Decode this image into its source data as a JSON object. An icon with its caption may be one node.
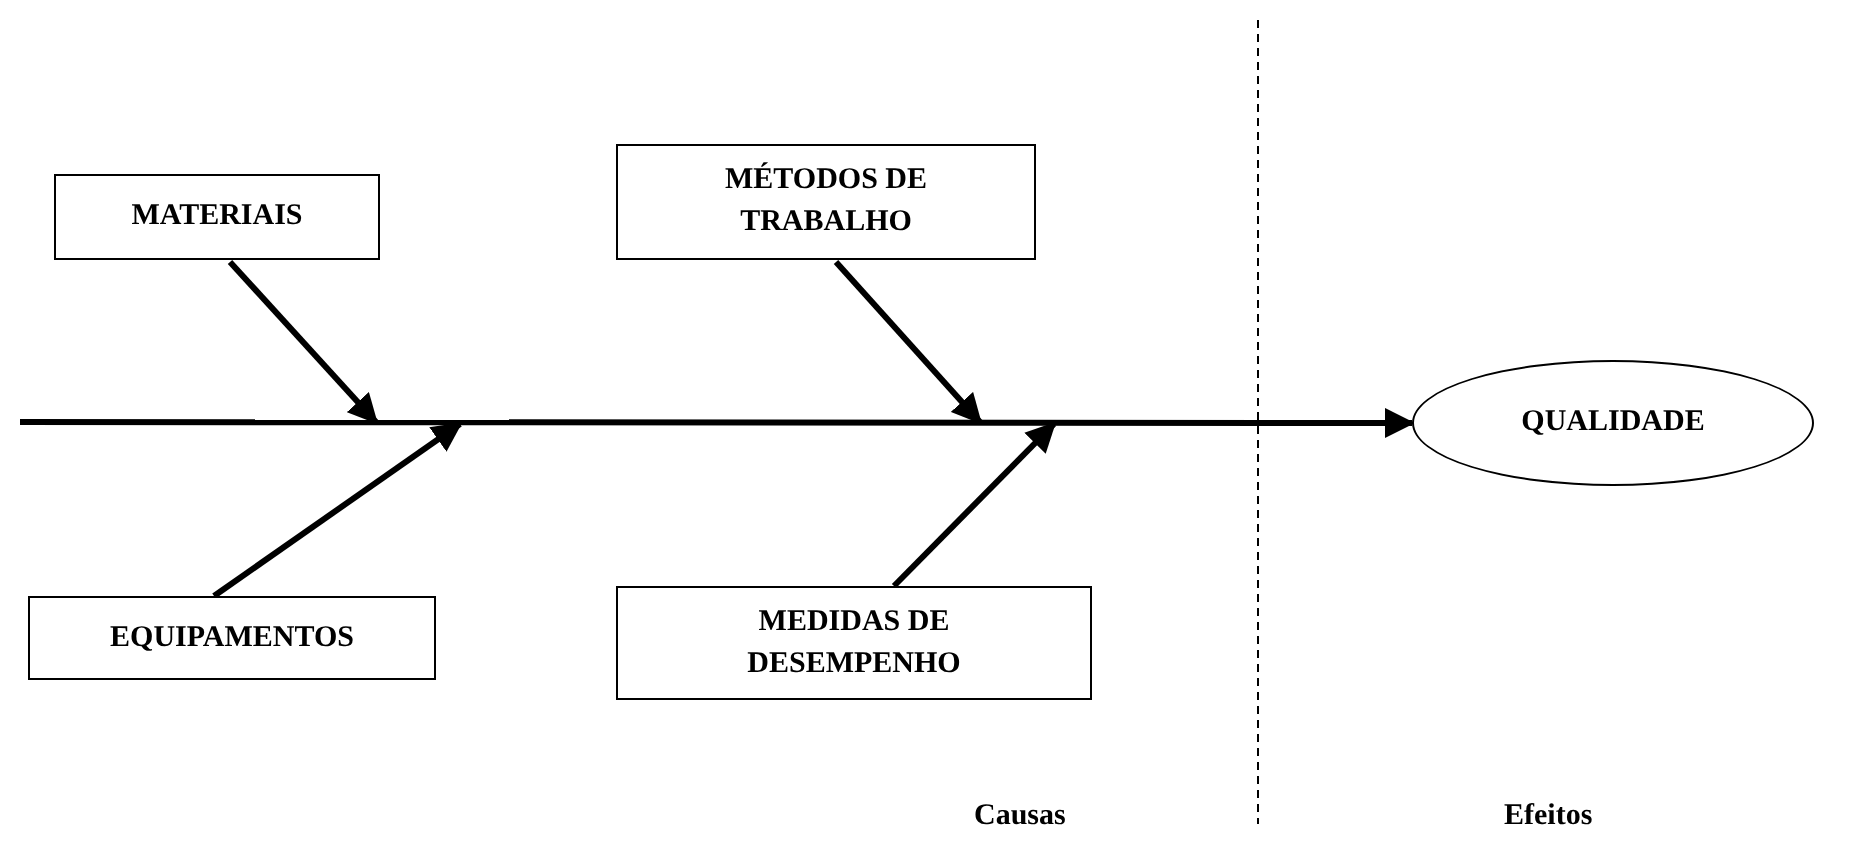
{
  "diagram": {
    "nodes": [
      {
        "text": [
          "MATERIAIS"
        ]
      },
      {
        "text": [
          "MÉTODOS DE TRABALHO"
        ]
      },
      {
        "text": [
          "QUALIDADE"
        ]
      },
      {
        "text": [
          "EQUIPAMENTOS"
        ]
      },
      {
        "text": [
          "MEDIDAS DE DESEMPENHO"
        ]
      }
    ],
    "edges": [
      {
        "from": 0,
        "to": null,
        "arrow": "to"
      },
      {
        "from": 3,
        "to": null,
        "arrow": "to"
      },
      {
        "from": 1,
        "to": null,
        "arrow": "to"
      },
      {
        "from": 4,
        "to": null,
        "arrow": "to"
      },
      {
        "from": null,
        "to": 2,
        "arrow": "to"
      }
    ],
    "labels": [
      "Causas",
      "Efeitos"
    ]
  }
}
